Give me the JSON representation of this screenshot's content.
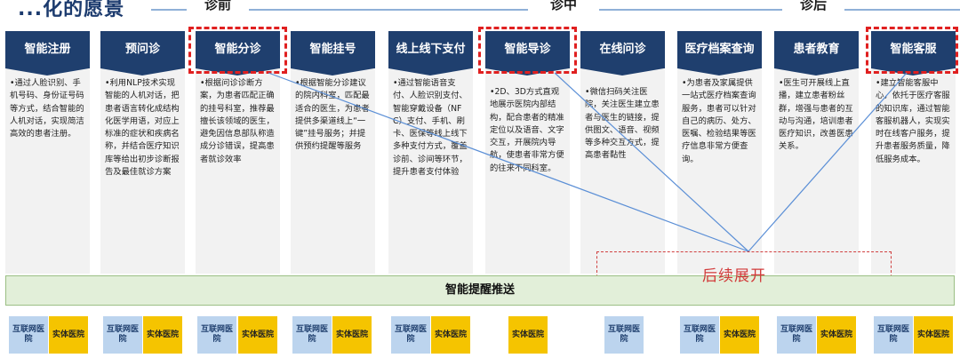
{
  "title_partial": "...化的愿景",
  "phases": {
    "pre": "诊前",
    "during": "诊中",
    "post": "诊后"
  },
  "columns": [
    {
      "id": "smart-registration",
      "title": "智能注册",
      "desc": "•通过人脸识别、手机号码、身份证号码等方式，结合智能的人机对话，实现简洁高效的患者注册。",
      "badges": [
        "互联网医院",
        "实体医院"
      ],
      "highlight": false
    },
    {
      "id": "pre-consultation",
      "title": "预问诊",
      "desc": "•利用NLP技术实现智能的人机对话，把患者语言转化成结构化医学用语，对应上标准的症状和疾病名称，并结合医疗知识库等给出初步诊断报告及最佳就诊方案",
      "badges": [
        "互联网医院",
        "实体医院"
      ],
      "highlight": false
    },
    {
      "id": "smart-triage",
      "title": "智能分诊",
      "desc": "•根据问诊诊断方案，为患者匹配正确的挂号科室，推荐最擅长该领域的医生，避免因信息部队称造成分诊错误，提高患者就诊效率",
      "badges": [
        "互联网医院",
        "实体医院"
      ],
      "highlight": true
    },
    {
      "id": "smart-registration-booking",
      "title": "智能挂号",
      "desc": "•根据智能分诊建议的院内科室，匹配最适合的医生，为患者提供多渠道线上“一键”挂号服务；并提供预约提醒等服务",
      "badges": [
        "互联网医院",
        "实体医院"
      ],
      "highlight": false
    },
    {
      "id": "online-offline-payment",
      "title": "线上线下支付",
      "desc": "•通过智能语音支付、人脸识别支付、智能穿戴设备（NFC）支付、手机、刷卡、医保等线上线下多种支付方式，覆盖诊前、诊间等环节，提升患者支付体验",
      "badges": [
        "互联网医院",
        "实体医院"
      ],
      "highlight": false
    },
    {
      "id": "smart-guidance",
      "title": "智能导诊",
      "desc": "•2D、3D方式直观地展示医院内部结构，配合患者的精准定位以及语音、文字交互，开展院内导航，使患者非常方便的往来不同科室。",
      "badges": [
        "实体医院"
      ],
      "highlight": true
    },
    {
      "id": "online-consultation",
      "title": "在线问诊",
      "desc": "•微信扫码关注医院，关注医生建立患者与医生的链接，提供图文、语音、视频等多种交互方式，提高患者黏性",
      "badges": [
        "互联网医院"
      ],
      "highlight": false
    },
    {
      "id": "medical-records-query",
      "title": "医疗档案查询",
      "desc": "•为患者及家属提供一站式医疗档案查询服务，患者可以针对自己的病历、处方、医嘱、检验结果等医疗信息非常方便查询。",
      "badges": [
        "互联网医院",
        "实体医院"
      ],
      "highlight": false
    },
    {
      "id": "patient-education",
      "title": "患者教育",
      "desc": "•医生可开展线上直播，建立患者粉丝群，增强与患者的互动与沟通，培训患者医疗知识，改善医患关系。",
      "badges": [
        "互联网医院",
        "实体医院"
      ],
      "highlight": false
    },
    {
      "id": "smart-customer-service",
      "title": "智能客服",
      "desc": "•建立智能客服中心，依托于医疗客服的知识库，通过智能客服机器人，实现实时在线客户服务，提升患者服务质量，降低服务成本。",
      "badges": [
        "互联网医院",
        "实体医院"
      ],
      "highlight": true
    }
  ],
  "reminder_bar": "智能提醒推送",
  "later_label": "后续展开",
  "colors": {
    "header_bg": "#1f3f6e",
    "internet_badge": "#bcd4ee",
    "physical_badge": "#f5c400",
    "bar_bg": "#e2efd9",
    "highlight_dash": "#e02020"
  }
}
